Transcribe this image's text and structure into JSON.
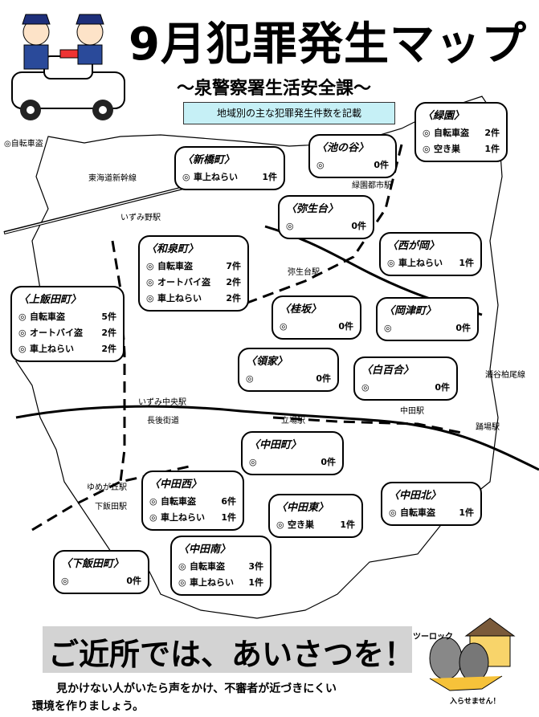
{
  "header": {
    "title": "9月犯罪発生マップ",
    "subtitle": "～泉警察署生活安全課～",
    "note": "地域別の主な犯罪発生件数を記載"
  },
  "labels": {
    "corner_jitensha": "◎自転車盗",
    "tokaido": "東海道新幹線",
    "izumino": "いずみ野駅",
    "ryokuen_toshi": "緑園都市駅",
    "yayoidai_st": "弥生台駅",
    "izumi_chuo": "いずみ中央駅",
    "nagago": "長後街道",
    "tateba": "立場駅",
    "nakada_st": "中田駅",
    "yumegaoka": "ゆめが丘駅",
    "shimoida_st": "下飯田駅",
    "odoriba": "踊場駅",
    "segaya": "瀬谷柏尾線"
  },
  "areas": [
    {
      "name": "〈新橋町〉",
      "rows": [
        {
          "mark": "◎",
          "label": "車上ねらい",
          "count": "1件"
        }
      ]
    },
    {
      "name": "〈池の谷〉",
      "rows": [
        {
          "mark": "◎",
          "label": "",
          "count": "0件"
        }
      ]
    },
    {
      "name": "〈緑園〉",
      "rows": [
        {
          "mark": "◎",
          "label": "自転車盗",
          "count": "2件"
        },
        {
          "mark": "◎",
          "label": "空き巣",
          "count": "1件"
        }
      ]
    },
    {
      "name": "〈弥生台〉",
      "rows": [
        {
          "mark": "◎",
          "label": "",
          "count": "0件"
        }
      ]
    },
    {
      "name": "〈西が岡〉",
      "rows": [
        {
          "mark": "◎",
          "label": "車上ねらい",
          "count": "1件"
        }
      ]
    },
    {
      "name": "〈和泉町〉",
      "rows": [
        {
          "mark": "◎",
          "label": "自転車盗",
          "count": "7件"
        },
        {
          "mark": "◎",
          "label": "オートバイ盗",
          "count": "2件"
        },
        {
          "mark": "◎",
          "label": "車上ねらい",
          "count": "2件"
        }
      ]
    },
    {
      "name": "〈上飯田町〉",
      "rows": [
        {
          "mark": "◎",
          "label": "自転車盗",
          "count": "5件"
        },
        {
          "mark": "◎",
          "label": "オートバイ盗",
          "count": "2件"
        },
        {
          "mark": "◎",
          "label": "車上ねらい",
          "count": "2件"
        }
      ]
    },
    {
      "name": "〈桂坂〉",
      "rows": [
        {
          "mark": "◎",
          "label": "",
          "count": "0件"
        }
      ]
    },
    {
      "name": "〈岡津町〉",
      "rows": [
        {
          "mark": "◎",
          "label": "",
          "count": "0件"
        }
      ]
    },
    {
      "name": "〈領家〉",
      "rows": [
        {
          "mark": "◎",
          "label": "",
          "count": "0件"
        }
      ]
    },
    {
      "name": "〈白百合〉",
      "rows": [
        {
          "mark": "◎",
          "label": "",
          "count": "0件"
        }
      ]
    },
    {
      "name": "〈中田町〉",
      "rows": [
        {
          "mark": "◎",
          "label": "",
          "count": "0件"
        }
      ]
    },
    {
      "name": "〈中田西〉",
      "rows": [
        {
          "mark": "◎",
          "label": "自転車盗",
          "count": "6件"
        },
        {
          "mark": "◎",
          "label": "車上ねらい",
          "count": "1件"
        }
      ]
    },
    {
      "name": "〈中田東〉",
      "rows": [
        {
          "mark": "◎",
          "label": "空き巣",
          "count": "1件"
        }
      ]
    },
    {
      "name": "〈中田北〉",
      "rows": [
        {
          "mark": "◎",
          "label": "自転車盗",
          "count": "1件"
        }
      ]
    },
    {
      "name": "〈下飯田町〉",
      "rows": [
        {
          "mark": "◎",
          "label": "",
          "count": "0件"
        }
      ]
    },
    {
      "name": "〈中田南〉",
      "rows": [
        {
          "mark": "◎",
          "label": "自転車盗",
          "count": "3件"
        },
        {
          "mark": "◎",
          "label": "車上ねらい",
          "count": "1件"
        }
      ]
    }
  ],
  "footer": {
    "slogan": "ご近所では、あいさつを！",
    "message1": "見かけない人がいたら声をかけ、不審者が近づきにくい",
    "message2": "環境を作りましょう。",
    "twolock": "ツーロック",
    "keepout": "入らせません！"
  }
}
